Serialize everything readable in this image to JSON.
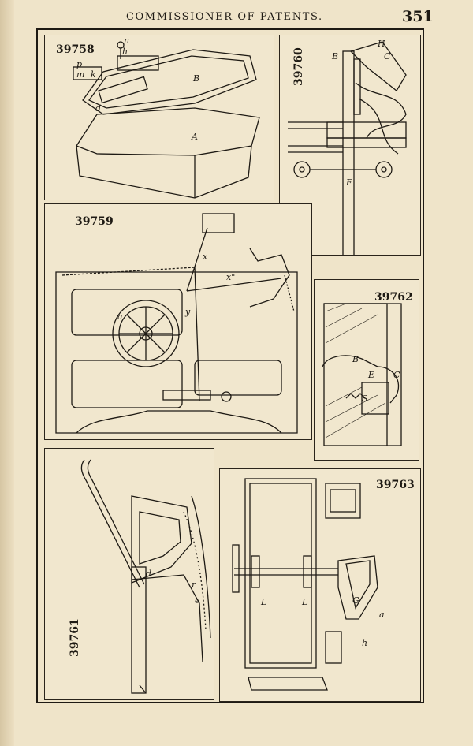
{
  "header": {
    "running_title": "COMMISSIONER OF PATENTS.",
    "page_number": "351"
  },
  "figures": [
    {
      "patent_number": "39758",
      "labels": [
        "n",
        "h",
        "p",
        "m",
        "k",
        "B",
        "d",
        "A"
      ]
    },
    {
      "patent_number": "39760",
      "labels": [
        "B",
        "H",
        "C",
        "F"
      ]
    },
    {
      "patent_number": "39759",
      "labels": [
        "x",
        "x\"",
        "a",
        "y"
      ]
    },
    {
      "patent_number": "39762",
      "labels": [
        "B",
        "E",
        "C",
        "S"
      ]
    },
    {
      "patent_number": "39761",
      "labels": [
        "d",
        "r",
        "e"
      ]
    },
    {
      "patent_number": "39763",
      "labels": [
        "L",
        "L",
        "G",
        "a",
        "h"
      ]
    }
  ],
  "colors": {
    "paper": "#efe4c9",
    "ink": "#1e1a14"
  }
}
